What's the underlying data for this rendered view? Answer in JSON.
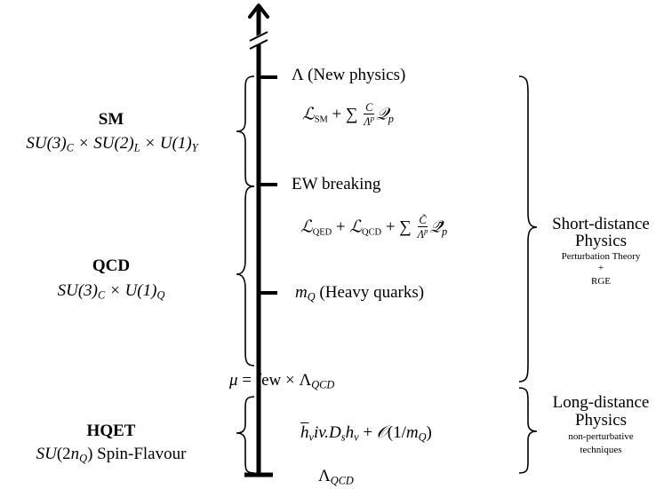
{
  "scale": {
    "levels": {
      "lambda": "Λ (New physics)",
      "ew": "EW breaking",
      "mq": "(Heavy quarks)",
      "mu": "= few × Λ",
      "lambda_qcd": "Λ"
    },
    "lagrangians": {
      "sm": "ℒ_SM + Σ (C/Λ^p) Q_p",
      "qed_qcd": "ℒ_QED + ℒ_QCD + Σ (C̃/Λ^p) Q̃_p",
      "hqet": "h̄_v iv.D_s h_v + 𝒪(1/m_Q)"
    }
  },
  "theories": {
    "sm": {
      "name": "SM",
      "group": "SU(3)C × SU(2)L × U(1)Y"
    },
    "qcd": {
      "name": "QCD",
      "group": "SU(3)C × U(1)Q"
    },
    "hqet": {
      "name": "HQET",
      "group": "SU(2nQ) Spin-Flavour"
    }
  },
  "regimes": {
    "short": {
      "line1": "Short-distance",
      "line2": "Physics",
      "detail1": "Perturbation Theory",
      "detail2": "+",
      "detail3": "RGE"
    },
    "long": {
      "line1": "Long-distance",
      "line2": "Physics",
      "detail1": "non-perturbative",
      "detail2": "techniques"
    }
  }
}
